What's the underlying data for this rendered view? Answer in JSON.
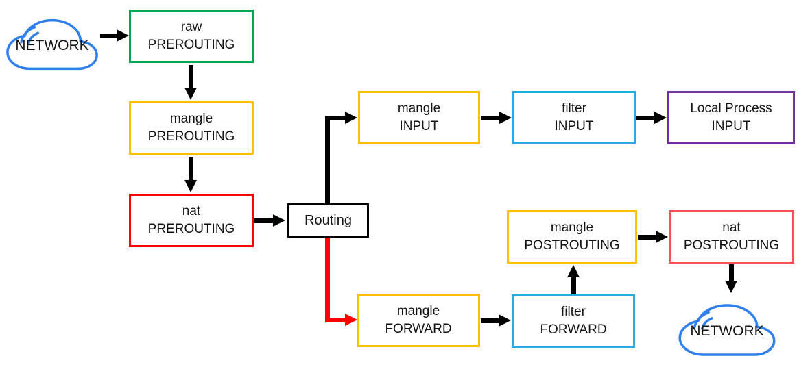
{
  "nodes": {
    "network_in": {
      "label": "NETWORK",
      "color": "#2F80ED"
    },
    "raw_prerouting": {
      "line1": "raw",
      "line2": "PREROUTING",
      "border": "#00A651"
    },
    "mangle_prerouting": {
      "line1": "mangle",
      "line2": "PREROUTING",
      "border": "#FFC000"
    },
    "nat_prerouting": {
      "line1": "nat",
      "line2": "PREROUTING",
      "border": "#FF0000"
    },
    "routing": {
      "label": "Routing",
      "border": "#000000"
    },
    "mangle_input": {
      "line1": "mangle",
      "line2": "INPUT",
      "border": "#FFC000"
    },
    "filter_input": {
      "line1": "filter",
      "line2": "INPUT",
      "border": "#29ABE2"
    },
    "local_process_input": {
      "line1": "Local Process",
      "line2": "INPUT",
      "border": "#7030A0"
    },
    "mangle_forward": {
      "line1": "mangle",
      "line2": "FORWARD",
      "border": "#FFC000"
    },
    "filter_forward": {
      "line1": "filter",
      "line2": "FORWARD",
      "border": "#29ABE2"
    },
    "mangle_postrouting": {
      "line1": "mangle",
      "line2": "POSTROUTING",
      "border": "#FFC000"
    },
    "nat_postrouting": {
      "line1": "nat",
      "line2": "POSTROUTING",
      "border": "#FA5157"
    },
    "network_out": {
      "label": "NETWORK",
      "color": "#2F80ED"
    }
  },
  "arrows": {
    "default_color": "#000000",
    "forward_path_color": "#FF0000"
  }
}
